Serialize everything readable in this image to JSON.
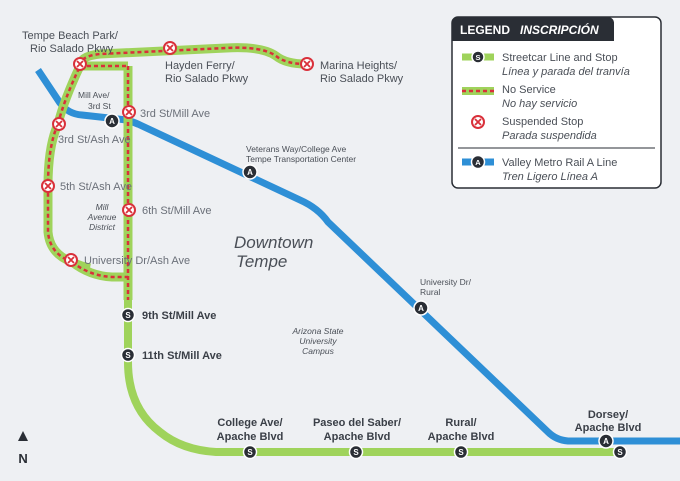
{
  "legend": {
    "title": "LEGEND",
    "title_alt": "INSCRIPCIÓN",
    "items": [
      {
        "label": "Streetcar Line and Stop",
        "label_es": "Línea y parada del tranvía"
      },
      {
        "label": "No Service",
        "label_es": "No hay servicio"
      },
      {
        "label": "Suspended Stop",
        "label_es": "Parada suspendida"
      },
      {
        "label": "Valley Metro Rail A Line",
        "label_es": "Tren Ligero Línea A"
      }
    ]
  },
  "area_labels": {
    "downtown_1": "Downtown",
    "downtown_2": "Tempe",
    "mill_1": "Mill",
    "mill_2": "Avenue",
    "mill_3": "District",
    "asu_1": "Arizona State",
    "asu_2": "University",
    "asu_3": "Campus"
  },
  "stops": {
    "tempe_beach_1": "Tempe Beach Park/",
    "tempe_beach_2": "Rio Salado Pkwy",
    "hayden_1": "Hayden Ferry/",
    "hayden_2": "Rio Salado Pkwy",
    "marina_1": "Marina Heights/",
    "marina_2": "Rio Salado Pkwy",
    "third_mill": "3rd St/Mill Ave",
    "third_ash": "3rd St/Ash Ave",
    "fifth_ash": "5th St/Ash Ave",
    "sixth_mill": "6th St/Mill Ave",
    "univ_ash": "University Dr/Ash Ave",
    "ninth_mill": "9th St/Mill Ave",
    "eleventh_mill": "11th St/Mill Ave",
    "college_1": "College Ave/",
    "college_2": "Apache Blvd",
    "paseo_1": "Paseo del Saber/",
    "paseo_2": "Apache Blvd",
    "rural_1": "Rural/",
    "rural_2": "Apache Blvd",
    "dorsey_1": "Dorsey/",
    "dorsey_2": "Apache Blvd"
  },
  "rail_stations": {
    "mill_3rd_1": "Mill Ave/",
    "mill_3rd_2": "3rd St",
    "veterans_1": "Veterans Way/College Ave",
    "veterans_2": "Tempe Transportation Center",
    "univ_rural_1": "University Dr/",
    "univ_rural_2": "Rural"
  },
  "icons": {
    "streetcar_stop": "S",
    "rail_station": "A",
    "north": "N"
  },
  "colors": {
    "streetcar_green": "#9fd35b",
    "no_service_red": "#d9303a",
    "rail_blue": "#2e8fd6",
    "legend_dark": "#2a2e35",
    "background": "#eef0f3"
  }
}
